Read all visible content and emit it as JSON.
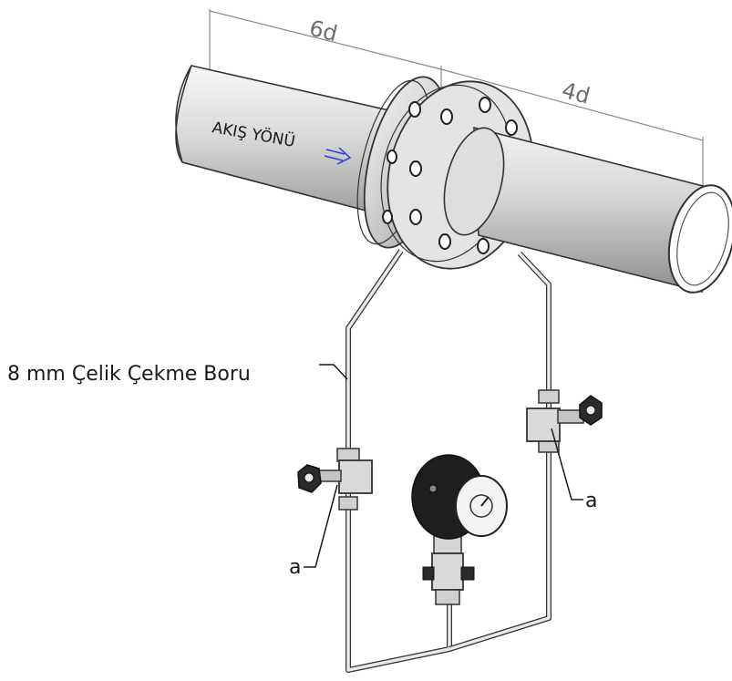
{
  "dimensions": {
    "upstream": "6d",
    "downstream": "4d"
  },
  "flow": {
    "label": "AKIŞ YÖNÜ",
    "arrow_icon": "double-right-arrow",
    "arrow_color": "#2b3fe0"
  },
  "labels": {
    "tubing": "8 mm Çelik Çekme Boru",
    "valve_left": "a",
    "valve_right": "a"
  }
}
